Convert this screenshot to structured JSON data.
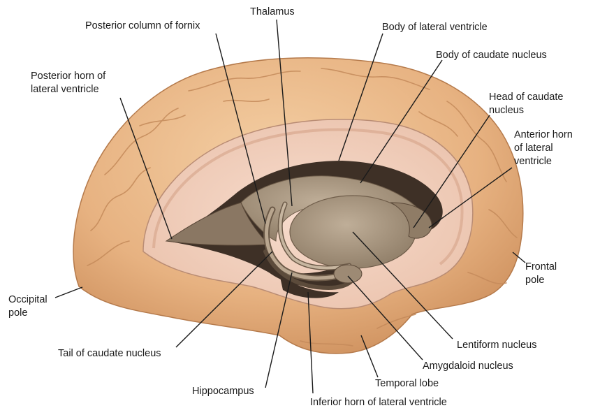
{
  "labels": {
    "thalamus": "Thalamus",
    "posterior_column_of_fornix": "Posterior column of fornix",
    "body_of_lateral_ventricle": "Body of lateral ventricle",
    "body_of_caudate_nucleus": "Body of caudate nucleus",
    "posterior_horn": "Posterior horn of\nlateral ventricle",
    "head_of_caudate_nucleus": "Head of caudate\nnucleus",
    "anterior_horn": "Anterior horn\nof lateral\nventricle",
    "frontal_pole": "Frontal\npole",
    "occipital_pole": "Occipital\npole",
    "lentiform_nucleus": "Lentiform nucleus",
    "tail_of_caudate_nucleus": "Tail of caudate nucleus",
    "amygdaloid_nucleus": "Amygdaloid nucleus",
    "temporal_lobe": "Temporal lobe",
    "hippocampus": "Hippocampus",
    "inferior_horn": "Inferior horn of lateral ventricle"
  },
  "colors": {
    "cortex": "#eab98a",
    "cortex_shadow": "#c8895a",
    "white_matter": "#f3d2c0",
    "ventricle": "#3e3026",
    "nucleus": "#a89680",
    "line": "#1a1a1a"
  }
}
